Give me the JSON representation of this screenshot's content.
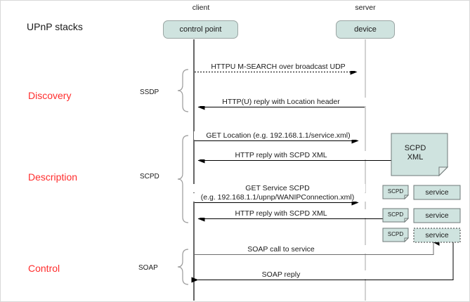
{
  "diagram": {
    "title": "UPnP stacks",
    "type": "sequence-diagram",
    "colors": {
      "phase_label": "#ff2d2d",
      "box_fill": "#cfe3df",
      "box_border": "#9aa5a3",
      "lifeline_client": "#000000",
      "lifeline_server": "#b3b3b3",
      "brace": "#9a9a9a"
    },
    "actors": [
      {
        "caption": "client",
        "box_label": "control point"
      },
      {
        "caption": "server",
        "box_label": "device"
      }
    ],
    "phases": [
      {
        "name": "Discovery",
        "protocol": "SSDP"
      },
      {
        "name": "Description",
        "protocol": "SCPD"
      },
      {
        "name": "Control",
        "protocol": "SOAP"
      }
    ],
    "messages": [
      {
        "id": "m1",
        "text": "HTTPU M-SEARCH over broadcast UDP",
        "direction": "client-to-server",
        "style": "dotted"
      },
      {
        "id": "m2",
        "text": "HTTP(U) reply with Location header",
        "direction": "server-to-client",
        "style": "solid"
      },
      {
        "id": "m3",
        "text": "GET Location (e.g. 192.168.1.1/service.xml)",
        "direction": "client-to-server",
        "style": "solid"
      },
      {
        "id": "m4",
        "text": "HTTP reply with SCPD XML",
        "direction": "server-to-client",
        "style": "solid"
      },
      {
        "id": "m5",
        "line1": "GET Service SCPD",
        "line2": "(e.g. 192.168.1.1/upnp/WANIPConnection.xml)",
        "direction": "client-to-server",
        "style": "solid"
      },
      {
        "id": "m6",
        "text": "HTTP reply with SCPD XML",
        "direction": "server-to-client",
        "style": "solid"
      },
      {
        "id": "m7",
        "text": "SOAP call to service",
        "direction": "client-to-service",
        "style": "solid"
      },
      {
        "id": "m8",
        "text": "SOAP reply",
        "direction": "service-to-client",
        "style": "solid"
      }
    ],
    "artifacts": {
      "scpd_xml_note": "SCPD\nXML",
      "mini_notes": [
        {
          "label": "SCPD"
        },
        {
          "label": "SCPD"
        },
        {
          "label": "SCPD"
        }
      ],
      "services": [
        {
          "label": "service",
          "border": "solid"
        },
        {
          "label": "service",
          "border": "solid"
        },
        {
          "label": "service",
          "border": "dashed"
        }
      ]
    }
  }
}
